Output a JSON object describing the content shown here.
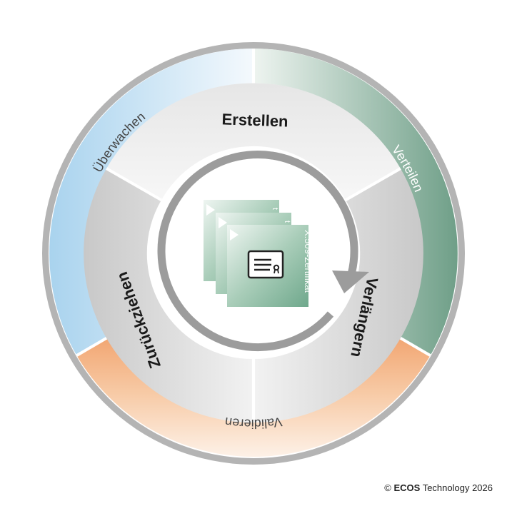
{
  "colors": {
    "ring_border": "#b4b4b4",
    "outer_blue": "#a9d3ee",
    "outer_green": "#6f9f88",
    "outer_orange": "#f2a672",
    "middle_light": "#efefef",
    "middle_mid": "#cfcfcf",
    "arrow": "#9c9c9c",
    "certificate": "#7fb59a"
  },
  "outer_ring": {
    "top_left": "Überwachen",
    "top_right": "Verteilen",
    "bottom": "Validieren"
  },
  "inner_ring": {
    "top": "Erstellen",
    "right": "Verlängern",
    "left": "Zurückziehen"
  },
  "center": {
    "certificate_label": "X.509-Zertifikat",
    "back_card_letter": "t"
  },
  "footer": {
    "copyright_symbol": "©",
    "brand": "ECOS",
    "rest": "Technology 2026"
  }
}
